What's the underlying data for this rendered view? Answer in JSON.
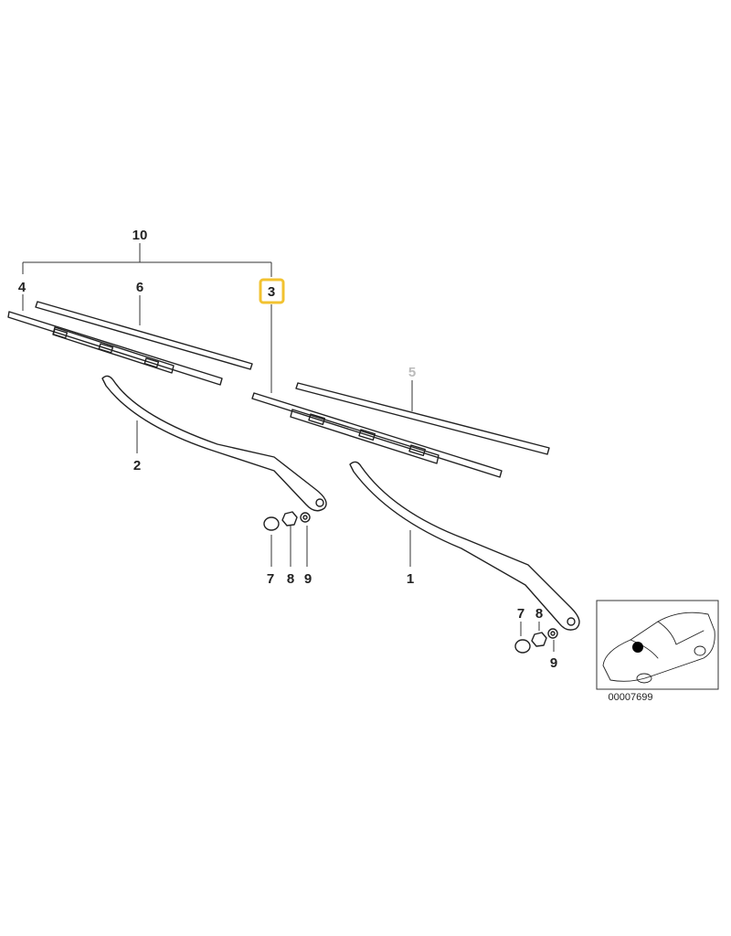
{
  "callouts": {
    "c10": "10",
    "c4": "4",
    "c6": "6",
    "c3": "3",
    "c5": "5",
    "c2": "2",
    "c7a": "7",
    "c8a": "8",
    "c9a": "9",
    "c1": "1",
    "c7b": "7",
    "c8b": "8",
    "c9b": "9"
  },
  "highlight": {
    "part": "3",
    "color": "#f2c230"
  },
  "dimmed": {
    "part": "5",
    "color": "#bbbbbb"
  },
  "inset": {
    "reference_number": "00007699"
  }
}
